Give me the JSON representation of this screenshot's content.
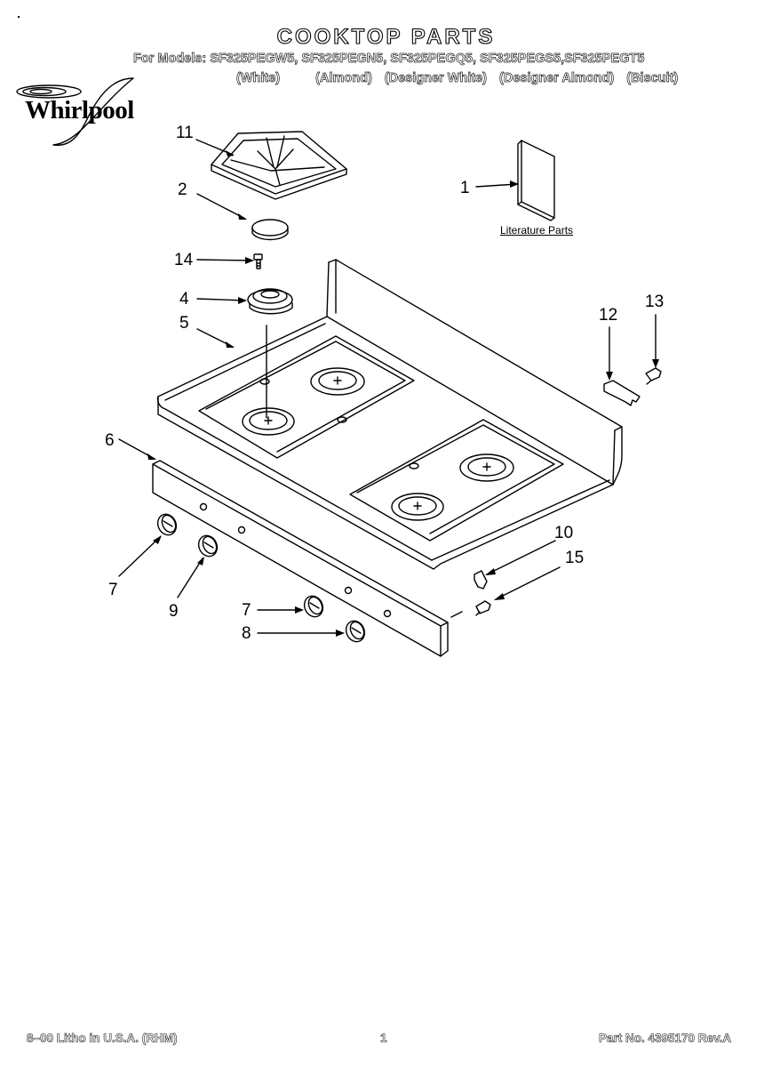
{
  "header": {
    "title": "COOKTOP PARTS",
    "models_line": "For Models: SF325PEGW5, SF325PEGN5, SF325PEGQ5, SF325PEGS5,SF325PEGT5",
    "colors": [
      "(White)",
      "(Almond)",
      "(Designer White)",
      "(Designer Almond)",
      "(Biscuit)"
    ],
    "brand": "Whirlpool"
  },
  "diagram": {
    "literature_label": "Literature Parts",
    "callouts": [
      "11",
      "2",
      "14",
      "4",
      "5",
      "1",
      "12",
      "13",
      "6",
      "7",
      "9",
      "10",
      "15",
      "7",
      "8"
    ]
  },
  "footer": {
    "left": "8–00 Litho in U.S.A. (RHM)",
    "page": "1",
    "right": "Part No. 4395170 Rev.A"
  }
}
